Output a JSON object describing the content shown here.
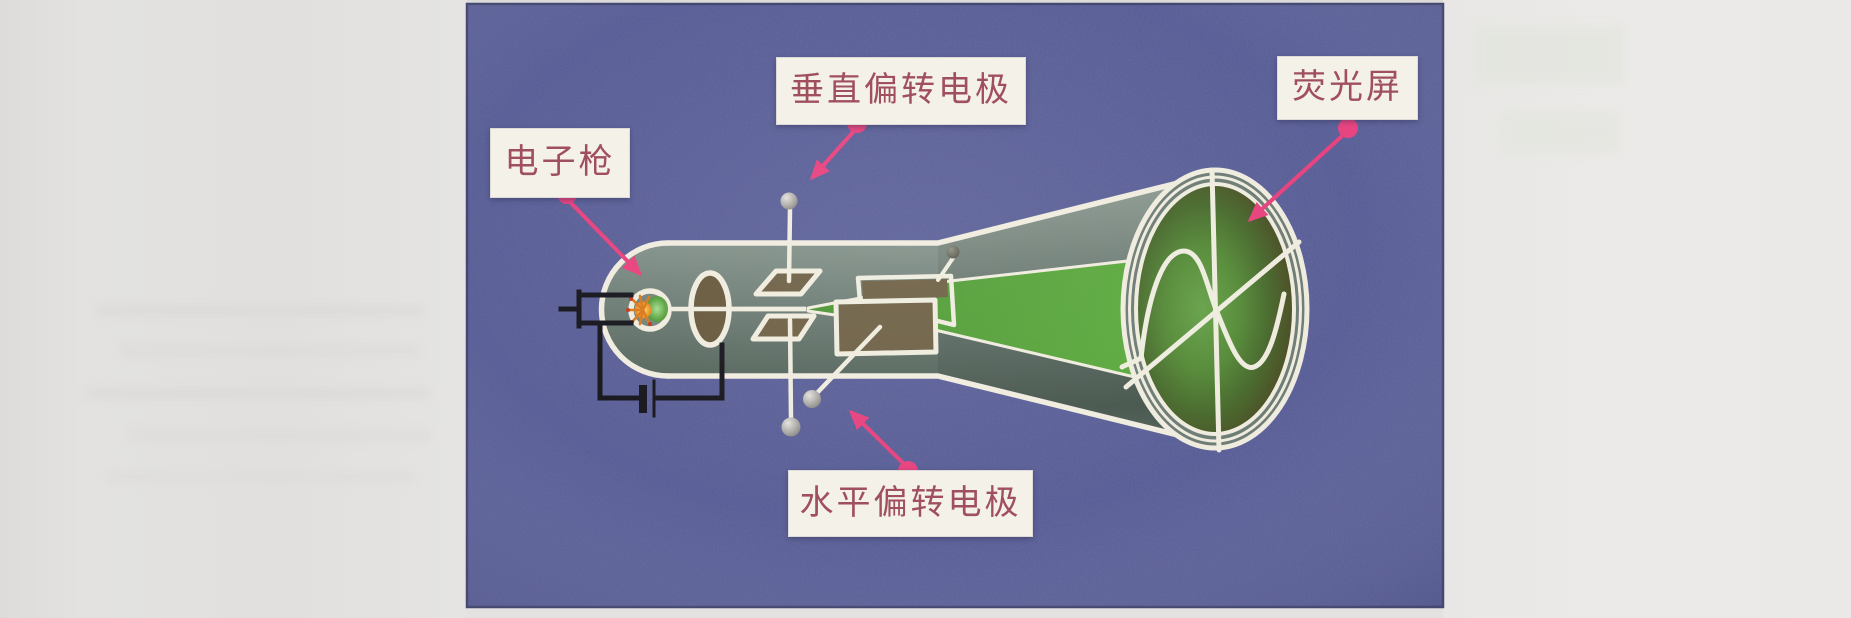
{
  "figure": {
    "type": "cathode-ray-tube-diagram",
    "labels": {
      "electron_gun": "电子枪",
      "vertical_deflection": "垂直偏转电极",
      "fluorescent_screen": "荧光屏",
      "horizontal_deflection": "水平偏转电极"
    },
    "colors": {
      "panel_background": "#5a5f97",
      "label_box_bg": "#f4f1e8",
      "label_text": "#a04f5f",
      "arrow_pink": "#e8437f",
      "tube_outline_cream": "#f0ecdf",
      "tube_body_sage": "#6e7d75",
      "electrode_brown": "#6f6247",
      "beam_green": "#57a33c",
      "screen_glow_green": "#5d9a43",
      "wire_black": "#18181e"
    }
  }
}
